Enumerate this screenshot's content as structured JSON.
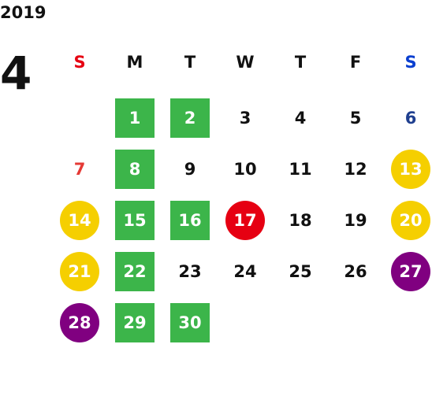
{
  "calendar": {
    "year": "2019",
    "month": "4",
    "weekdays": [
      {
        "label": "S",
        "color": "#e60012"
      },
      {
        "label": "M",
        "color": "#111111"
      },
      {
        "label": "T",
        "color": "#111111"
      },
      {
        "label": "W",
        "color": "#111111"
      },
      {
        "label": "T",
        "color": "#111111"
      },
      {
        "label": "F",
        "color": "#111111"
      },
      {
        "label": "S",
        "color": "#0a3fd0"
      }
    ],
    "days": [
      {
        "label": "1",
        "week": 0,
        "dow": 1,
        "style": "square",
        "bg": "#3cb54a",
        "color": "#ffffff"
      },
      {
        "label": "2",
        "week": 0,
        "dow": 2,
        "style": "square",
        "bg": "#3cb54a",
        "color": "#ffffff"
      },
      {
        "label": "3",
        "week": 0,
        "dow": 3,
        "style": "plain",
        "color": "#111111"
      },
      {
        "label": "4",
        "week": 0,
        "dow": 4,
        "style": "plain",
        "color": "#111111"
      },
      {
        "label": "5",
        "week": 0,
        "dow": 5,
        "style": "plain",
        "color": "#111111"
      },
      {
        "label": "6",
        "week": 0,
        "dow": 6,
        "style": "plain",
        "color": "#1f3f8f"
      },
      {
        "label": "7",
        "week": 1,
        "dow": 0,
        "style": "plain",
        "color": "#e53935"
      },
      {
        "label": "8",
        "week": 1,
        "dow": 1,
        "style": "square",
        "bg": "#3cb54a",
        "color": "#ffffff"
      },
      {
        "label": "9",
        "week": 1,
        "dow": 2,
        "style": "plain",
        "color": "#111111"
      },
      {
        "label": "10",
        "week": 1,
        "dow": 3,
        "style": "plain",
        "color": "#111111"
      },
      {
        "label": "11",
        "week": 1,
        "dow": 4,
        "style": "plain",
        "color": "#111111"
      },
      {
        "label": "12",
        "week": 1,
        "dow": 5,
        "style": "plain",
        "color": "#111111"
      },
      {
        "label": "13",
        "week": 1,
        "dow": 6,
        "style": "circle",
        "bg": "#f5cf00",
        "color": "#ffffff"
      },
      {
        "label": "14",
        "week": 2,
        "dow": 0,
        "style": "circle",
        "bg": "#f5cf00",
        "color": "#ffffff"
      },
      {
        "label": "15",
        "week": 2,
        "dow": 1,
        "style": "square",
        "bg": "#3cb54a",
        "color": "#ffffff"
      },
      {
        "label": "16",
        "week": 2,
        "dow": 2,
        "style": "square",
        "bg": "#3cb54a",
        "color": "#ffffff"
      },
      {
        "label": "17",
        "week": 2,
        "dow": 3,
        "style": "circle",
        "bg": "#e60012",
        "color": "#ffffff"
      },
      {
        "label": "18",
        "week": 2,
        "dow": 4,
        "style": "plain",
        "color": "#111111"
      },
      {
        "label": "19",
        "week": 2,
        "dow": 5,
        "style": "plain",
        "color": "#111111"
      },
      {
        "label": "20",
        "week": 2,
        "dow": 6,
        "style": "circle",
        "bg": "#f5cf00",
        "color": "#ffffff"
      },
      {
        "label": "21",
        "week": 3,
        "dow": 0,
        "style": "circle",
        "bg": "#f5cf00",
        "color": "#ffffff"
      },
      {
        "label": "22",
        "week": 3,
        "dow": 1,
        "style": "square",
        "bg": "#3cb54a",
        "color": "#ffffff"
      },
      {
        "label": "23",
        "week": 3,
        "dow": 2,
        "style": "plain",
        "color": "#111111"
      },
      {
        "label": "24",
        "week": 3,
        "dow": 3,
        "style": "plain",
        "color": "#111111"
      },
      {
        "label": "25",
        "week": 3,
        "dow": 4,
        "style": "plain",
        "color": "#111111"
      },
      {
        "label": "26",
        "week": 3,
        "dow": 5,
        "style": "plain",
        "color": "#111111"
      },
      {
        "label": "27",
        "week": 3,
        "dow": 6,
        "style": "circle",
        "bg": "#800080",
        "color": "#ffffff"
      },
      {
        "label": "28",
        "week": 4,
        "dow": 0,
        "style": "circle",
        "bg": "#800080",
        "color": "#ffffff"
      },
      {
        "label": "29",
        "week": 4,
        "dow": 1,
        "style": "square",
        "bg": "#3cb54a",
        "color": "#ffffff"
      },
      {
        "label": "30",
        "week": 4,
        "dow": 2,
        "style": "square",
        "bg": "#3cb54a",
        "color": "#ffffff"
      }
    ]
  }
}
